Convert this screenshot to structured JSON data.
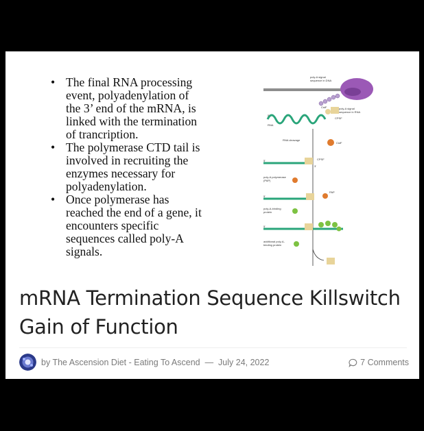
{
  "slide": {
    "bullets": [
      [
        "The final RNA processing",
        "event, polyadenylation of",
        "the 3’ end of the mRNA, is",
        "linked with the termination",
        "of trancription."
      ],
      [
        "The polymerase CTD tail is",
        "involved in recruiting the",
        "enzymes necessary for",
        "polyadenylation."
      ],
      [
        "Once polymerase has",
        "reached the end of a gene, it",
        "encounters specific",
        "sequences called poly-A",
        "signals."
      ]
    ],
    "figure_labels": {
      "signal_dna": [
        "poly-A signal",
        "sequence in DNA"
      ],
      "signal_rna": [
        "poly-A signal",
        "sequence in RNA"
      ],
      "cstf": "CstF",
      "cpsf": "CPSF",
      "rna": "RNA",
      "cleavage": "RNA cleavage",
      "cstf2": "CstF",
      "cpsf2": "CPSF",
      "polya_polymerase": [
        "poly-A polymerase",
        "(PAP)"
      ],
      "pap": "PAP",
      "binding": [
        "poly-A-binding",
        "protein"
      ],
      "additional": [
        "additional poly-A-",
        "binding protein"
      ],
      "five_prime": "5'",
      "three_prime": "3'"
    }
  },
  "post": {
    "title_line1": "mRNA Termination Sequence Killswitch",
    "title_line2": "Gain of Function",
    "author_prefix": "by",
    "author": "The Ascension Diet - Eating To Ascend",
    "separator": "—",
    "date": "July 24, 2022",
    "comments": "7 Comments"
  },
  "colors": {
    "polymerase": "#9b59b6",
    "rna": "#2aa57a",
    "factor": "#e8d49a",
    "cstf": "#e07b2e",
    "pabp": "#7dc242"
  }
}
